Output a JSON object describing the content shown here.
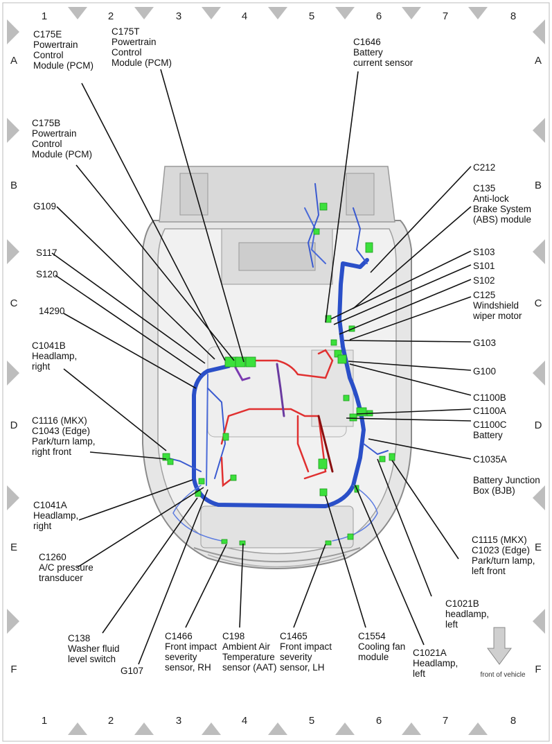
{
  "grid": {
    "columns": [
      "1",
      "2",
      "3",
      "4",
      "5",
      "6",
      "7",
      "8"
    ],
    "rows": [
      "A",
      "B",
      "C",
      "D",
      "E",
      "F"
    ]
  },
  "callouts": [
    {
      "id": "c175e",
      "lines": [
        "C175E",
        "Powertrain",
        "Control",
        "Module (PCM)"
      ]
    },
    {
      "id": "c175t",
      "lines": [
        "C175T",
        "Powertrain",
        "Control",
        "Module (PCM)"
      ]
    },
    {
      "id": "c1646",
      "lines": [
        "C1646",
        "Battery",
        "current sensor"
      ]
    },
    {
      "id": "c175b",
      "lines": [
        "C175B",
        "Powertrain",
        "Control",
        "Module (PCM)"
      ]
    },
    {
      "id": "g109",
      "lines": [
        "G109"
      ]
    },
    {
      "id": "s117",
      "lines": [
        "S117"
      ]
    },
    {
      "id": "s120",
      "lines": [
        "S120"
      ]
    },
    {
      "id": "n14290",
      "lines": [
        "14290"
      ]
    },
    {
      "id": "c1041b",
      "lines": [
        "C1041B",
        "Headlamp,",
        "right"
      ]
    },
    {
      "id": "c1116",
      "lines": [
        "C1116 (MKX)",
        "C1043 (Edge)",
        "Park/turn lamp,",
        "right front"
      ]
    },
    {
      "id": "c1041a",
      "lines": [
        "C1041A",
        "Headlamp,",
        "right"
      ]
    },
    {
      "id": "c1260",
      "lines": [
        "C1260",
        "A/C pressure",
        "transducer"
      ]
    },
    {
      "id": "c138",
      "lines": [
        "C138",
        "Washer fluid",
        "level switch"
      ]
    },
    {
      "id": "g107",
      "lines": [
        "G107"
      ]
    },
    {
      "id": "c1466",
      "lines": [
        "C1466",
        "Front impact",
        "severity",
        "sensor, RH"
      ]
    },
    {
      "id": "c198",
      "lines": [
        "C198",
        "Ambient Air",
        "Temperature",
        "sensor (AAT)"
      ]
    },
    {
      "id": "c1465",
      "lines": [
        "C1465",
        "Front impact",
        "severity",
        "sensor, LH"
      ]
    },
    {
      "id": "c1554",
      "lines": [
        "C1554",
        "Cooling fan",
        "module"
      ]
    },
    {
      "id": "c1021a",
      "lines": [
        "C1021A",
        "Headlamp,",
        "left"
      ]
    },
    {
      "id": "c1021b",
      "lines": [
        "C1021B",
        "headlamp,",
        "left"
      ]
    },
    {
      "id": "c1115",
      "lines": [
        "C1115 (MKX)",
        "C1023 (Edge)",
        "Park/turn lamp,",
        "left front"
      ]
    },
    {
      "id": "c1035a",
      "lines": [
        "C1035A",
        "",
        "Battery Junction",
        "Box (BJB)"
      ]
    },
    {
      "id": "c1100b",
      "lines": [
        "C1100B"
      ]
    },
    {
      "id": "c1100a",
      "lines": [
        "C1100A"
      ]
    },
    {
      "id": "c1100c",
      "lines": [
        "C1100C",
        "Battery"
      ]
    },
    {
      "id": "g100",
      "lines": [
        "G100"
      ]
    },
    {
      "id": "g103",
      "lines": [
        "G103"
      ]
    },
    {
      "id": "s103",
      "lines": [
        "S103"
      ]
    },
    {
      "id": "s101",
      "lines": [
        "S101"
      ]
    },
    {
      "id": "s102",
      "lines": [
        "S102"
      ]
    },
    {
      "id": "c125",
      "lines": [
        "C125",
        "Windshield",
        "wiper motor"
      ]
    },
    {
      "id": "c135",
      "lines": [
        "C135",
        "Anti-lock",
        "Brake System",
        "(ABS) module"
      ]
    },
    {
      "id": "c212",
      "lines": [
        "C212"
      ]
    }
  ],
  "front_of_vehicle": "front of vehicle",
  "colors": {
    "harness_main": "#2a4fc8",
    "wire_red": "#e03030",
    "connector": "#3ce03c",
    "body_gray": "#c8c8c8"
  }
}
